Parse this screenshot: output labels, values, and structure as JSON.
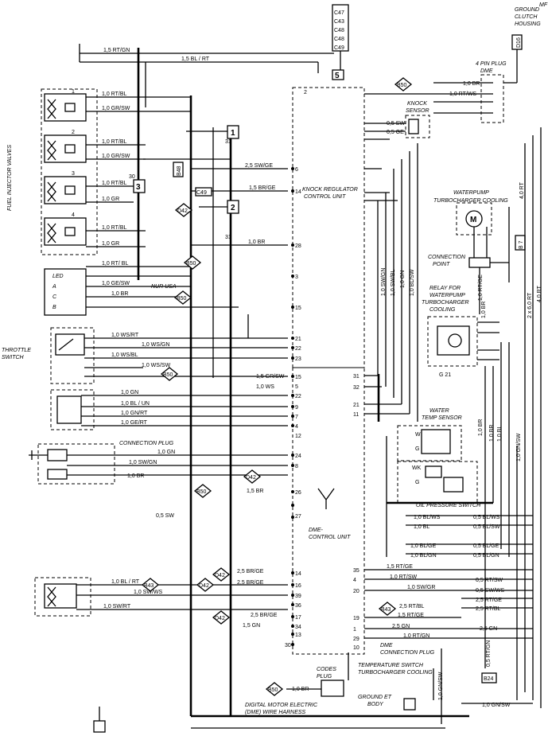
{
  "top_right_label": "MF",
  "relay_stack": [
    "C47",
    "C43",
    "C48",
    "C48",
    "C49"
  ],
  "ground_clutch": [
    "GROUND",
    "CLUTCH",
    "HOUSING"
  ],
  "pin_plug_dme": [
    "4 PIN PLUG",
    "DME"
  ],
  "knock_sensor": [
    "KNOCK",
    "SENSOR"
  ],
  "knock_regulator": [
    "KNOCK REGULATOR",
    "CONTROL UNIT"
  ],
  "fuel_injector_valves": "FUEL INJECTOR VALVES",
  "throttle_switch": [
    "THROTTLE",
    "SWITCH"
  ],
  "connection_plug_left": "CONNECTION PLUG",
  "waterpump": [
    "WATERPUMP",
    "TURBOCHARGER COOLING"
  ],
  "connection_point": [
    "CONNECTION",
    "POINT"
  ],
  "relay_waterpump": [
    "RELAY FOR",
    "WATERPUMP",
    "TURBOCHARGER",
    "COOLING"
  ],
  "relay_id": "G 21",
  "water_temp": [
    "WATER",
    "TEMP SENSOR"
  ],
  "oil_pressure": "OIL PRESSURE SWITCH",
  "dme_control_unit": [
    "DME-",
    "CONTROL UNIT"
  ],
  "dme_connection_plug": [
    "DME",
    "CONNECTION PLUG"
  ],
  "codes_plug": [
    "CODES",
    "PLUG"
  ],
  "temperature_switch": [
    "TEMPERATURE SWITCH",
    "TURBOCHARGER COOLING"
  ],
  "ground_body": [
    "GROUND ET",
    "BODY"
  ],
  "harness_label": [
    "DIGITAL MOTOR ELECTRIC",
    "(DME) WIRE HARNESS"
  ],
  "dme_inputs": [
    "LED",
    "A",
    "C",
    "B"
  ],
  "nur_usa": "NUR USA",
  "ref_tags": [
    "B50",
    "B43",
    "D42",
    "C49",
    "D16",
    "B24",
    "B 7",
    "B48"
  ],
  "box_numbers": [
    "1",
    "2",
    "3",
    "4",
    "5"
  ],
  "wire_labels_left": [
    "1,5 RT/GN",
    "1,5 BL / RT",
    "1,0 RT/BL",
    "1,0 GR/SW",
    "1,0 RT/BL",
    "1,0 GR/SW",
    "1,0 RT/BL",
    "1,0 GR",
    "1,0 RT/BL",
    "1,0 GR",
    "1,0 RT/ BL",
    "1,0 GE/SW",
    "1,0 BR",
    "1,0 WS/RT",
    "1,0 WS/GN",
    "1,0 WS/BL",
    "1,0 WS/SW",
    "1,0 GN",
    "1,0 BL / UN",
    "1,0 GN/RT",
    "1,0 GE/RT",
    "1,0 GN",
    "1,0 SW/GN",
    "1,0 BR",
    "1,5 BR",
    "0,5 SW",
    "1,0 BL / RT",
    "1,0 SW/WS",
    "1,0 SW/RT",
    "2,5 BR/GE",
    "2,5 BR/GE",
    "2,5 BR/GE",
    "1,5 GN",
    "1,0 BR",
    "2,5 SW/GE",
    "1,5 BR/GE",
    "1,0 BR",
    "1,5 GR/SW",
    "1,0 WS"
  ],
  "wire_labels_right": [
    "1,0 BR",
    "1,0 RT/WS",
    "0,5 SW",
    "0,5 GE",
    "1,5 RT/GE",
    "1,0 RT/SW",
    "1,0 SW/GR",
    "2,5 RT/BL",
    "1,5 RT/GE",
    "2,5 GN",
    "1,0 RT/GN",
    "0,5 BL/WS",
    "0,5 BL/SW",
    "0,5 BL/GE",
    "0,5 BL/GN",
    "0,5 RT/SW",
    "0,5 SW/WS",
    "2,5 RT/GE",
    "2,5 RT/BL",
    "2,5 GN",
    "1,0 GN/SW",
    "1,0 BL/WS",
    "1,0 BL",
    "1,0 BL/GE",
    "1,0 BL/GN"
  ],
  "vertical_labels": [
    "1,0 SW/GN",
    "1,0 SW/BL",
    "1,0 GN",
    "1,0 BL/SW",
    "1,0 BR",
    "1,0 RT/GE",
    "1,0 BR",
    "1,0 BL",
    "1,0 GN/SW",
    "4,0 RT",
    "2 x 6,0 RT",
    "4,0 RT",
    "1,0 BR",
    "1,0 GN/SW",
    "0,5 RT/GN"
  ],
  "left_pin_numbers": [
    "6",
    "5",
    "4",
    "3",
    "2",
    "1",
    "31",
    "30"
  ],
  "dme_pins": [
    "6",
    "14",
    "28",
    "3",
    "15",
    "21",
    "22",
    "23",
    "15",
    "5",
    "22",
    "9",
    "7",
    "4",
    "12",
    "24",
    "8",
    "27",
    "26",
    "14",
    "16",
    "39",
    "36",
    "17",
    "34",
    "13",
    "2",
    "30",
    "31",
    "32",
    "21",
    "11",
    "35",
    "4",
    "20",
    "19",
    "1",
    "29",
    "10"
  ],
  "caption_letters": [
    "W",
    "G",
    "WK",
    "G"
  ]
}
